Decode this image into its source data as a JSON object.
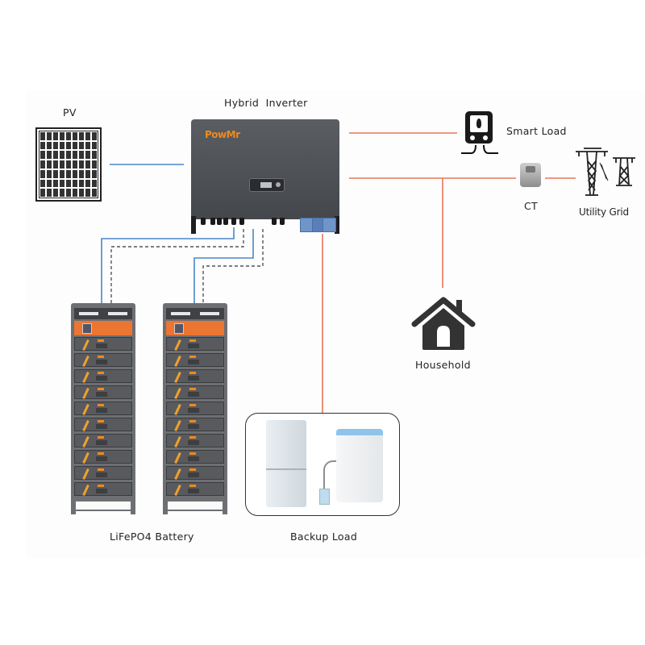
{
  "diagram": {
    "title": "Hybrid Inverter System Wiring",
    "nodes": {
      "pv": {
        "label": "PV",
        "icon": "solar-panel-icon"
      },
      "inverter": {
        "label": "Hybrid  Inverter",
        "brand": "PowMr",
        "icon": "inverter-icon"
      },
      "smart_load": {
        "label": "Smart Load",
        "icon": "smart-load-icon"
      },
      "ct": {
        "label": "CT",
        "icon": "current-transformer-icon"
      },
      "utility_grid": {
        "label": "Utility Grid",
        "icon": "power-tower-icon"
      },
      "household": {
        "label": "Household",
        "icon": "house-icon"
      },
      "battery": {
        "label": "LiFePO4 Battery",
        "icon": "battery-rack-icon",
        "rack_count": 2,
        "modules_per_rack": 10
      },
      "backup_load": {
        "label": "Backup Load",
        "icon": "appliances-icon",
        "items": [
          "refrigerator",
          "water-purifier"
        ]
      }
    },
    "connections": [
      {
        "from": "pv",
        "to": "inverter",
        "type": "dc",
        "color": "#4a86c8",
        "style": "solid"
      },
      {
        "from": "inverter",
        "to": "smart_load",
        "type": "ac",
        "color": "#e8765a",
        "style": "solid"
      },
      {
        "from": "inverter",
        "to": "ct",
        "type": "ac",
        "color": "#e8765a",
        "style": "solid"
      },
      {
        "from": "ct",
        "to": "utility_grid",
        "type": "ac",
        "color": "#e8765a",
        "style": "solid"
      },
      {
        "from": "inverter",
        "to": "household",
        "type": "ac",
        "color": "#e8765a",
        "style": "solid"
      },
      {
        "from": "inverter",
        "to": "backup_load",
        "type": "ac",
        "color": "#e8765a",
        "style": "solid"
      },
      {
        "from": "inverter",
        "to": "battery-1",
        "type": "dc-power",
        "color": "#4a86c8",
        "style": "solid"
      },
      {
        "from": "inverter",
        "to": "battery-1",
        "type": "communication",
        "color": "#555555",
        "style": "dashed"
      },
      {
        "from": "inverter",
        "to": "battery-2",
        "type": "dc-power",
        "color": "#4a86c8",
        "style": "solid"
      },
      {
        "from": "inverter",
        "to": "battery-2",
        "type": "communication",
        "color": "#555555",
        "style": "dashed"
      }
    ],
    "colors": {
      "ac_line": "#e8765a",
      "dc_line": "#4a86c8",
      "comm_line": "#555555",
      "brand_orange": "#f08a1c",
      "bms_orange": "#ec7531"
    }
  }
}
